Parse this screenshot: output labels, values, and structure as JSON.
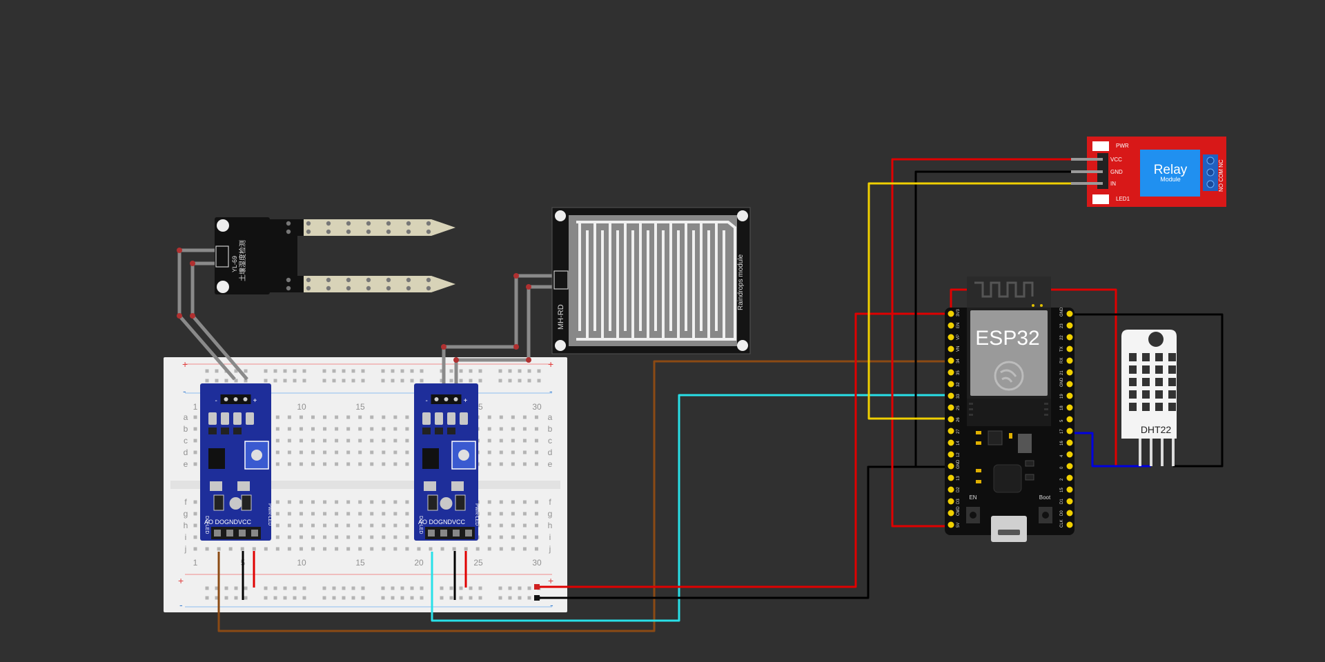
{
  "colors": {
    "background": "#303030",
    "wire_red": "#e00000",
    "wire_black": "#000000",
    "wire_yellow": "#f0d000",
    "wire_cyan": "#28e0e8",
    "wire_brown": "#8b4a14",
    "wire_blue": "#0000e0",
    "wire_gray": "#8a8a8a",
    "breadboard": "#f0f0f0",
    "module_blue": "#1e2e9a",
    "relay_red": "#d81818",
    "relay_blue": "#2090f0"
  },
  "breadboard": {
    "col_numbers_top": [
      "1",
      "10",
      "15",
      "25",
      "30"
    ],
    "col_numbers_bottom": [
      "1",
      "5",
      "10",
      "15",
      "20",
      "25",
      "30"
    ],
    "row_letters_top": [
      "a",
      "b",
      "c",
      "d",
      "e"
    ],
    "row_letters_bottom": [
      "f",
      "g",
      "h",
      "i",
      "j"
    ],
    "plus": "+",
    "minus": "-"
  },
  "soil_sensor": {
    "board_text": "土壤湿度检测",
    "model_text": "YL-69"
  },
  "rain_sensor": {
    "left_label": "MH-RD",
    "right_label": "Raindrops module"
  },
  "comparator_module": {
    "pin_labels": "AO DOGNDVCC",
    "led_label": "DO-LED",
    "pwr_label": "PWR-LED",
    "top_pin_minus": "-",
    "top_pin_plus": "+"
  },
  "relay": {
    "title": "Relay",
    "subtitle": "Module",
    "pwr": "PWR",
    "led": "LED1",
    "pins": [
      "VCC",
      "GND",
      "IN"
    ],
    "terminal": "NO COM NC"
  },
  "esp32": {
    "title": "ESP32",
    "boot": "Boot",
    "en": "EN",
    "pins_left": [
      "3V3",
      "EN",
      "VP",
      "VN",
      "34",
      "35",
      "32",
      "33",
      "25",
      "26",
      "27",
      "14",
      "12",
      "GND",
      "13",
      "D2",
      "D3",
      "CMD",
      "5V"
    ],
    "pins_right": [
      "GND",
      "23",
      "22",
      "TX",
      "RX",
      "21",
      "GND",
      "19",
      "18",
      "5",
      "17",
      "16",
      "4",
      "0",
      "2",
      "15",
      "D1",
      "D0",
      "CLK"
    ]
  },
  "dht22": {
    "label": "DHT22"
  }
}
